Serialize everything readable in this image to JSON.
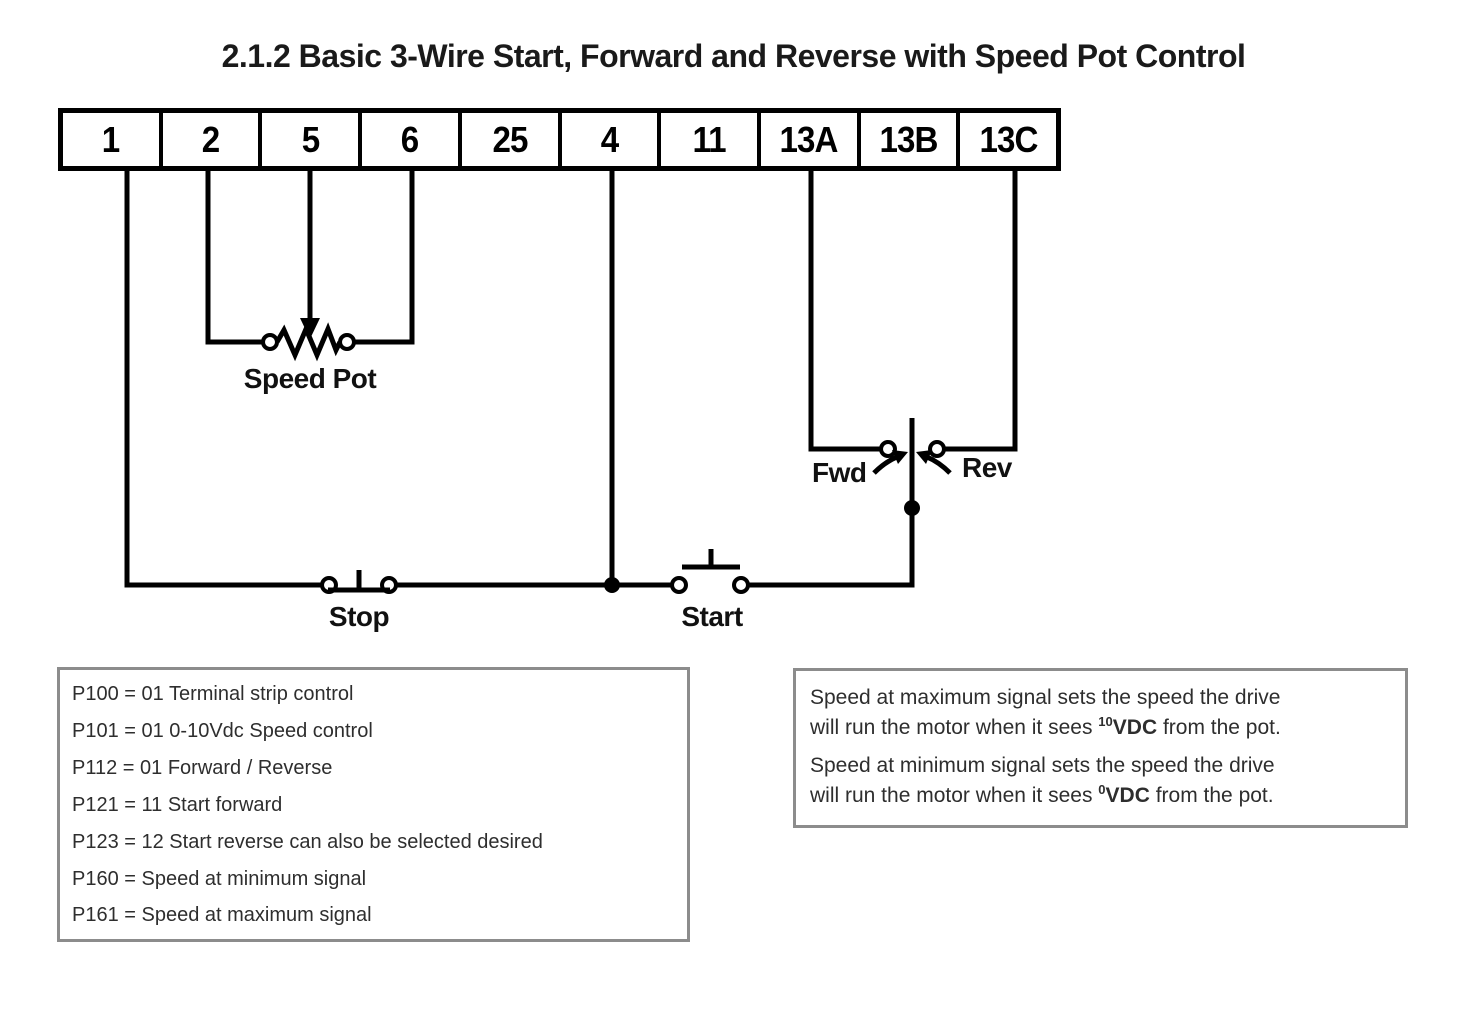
{
  "title": "2.1.2 Basic 3-Wire Start, Forward and Reverse with Speed Pot Control",
  "terminal_strip": {
    "terminals": [
      "1",
      "2",
      "5",
      "6",
      "25",
      "4",
      "11",
      "13A",
      "13B",
      "13C"
    ]
  },
  "diagram_labels": {
    "speed_pot": "Speed Pot",
    "stop": "Stop",
    "start": "Start",
    "fwd": "Fwd",
    "rev": "Rev"
  },
  "parameters_box": {
    "lines": [
      "P100 = 01 Terminal strip control",
      "P101 = 01 0-10Vdc Speed control",
      "P112 = 01 Forward / Reverse",
      "P121 = 11 Start forward",
      "P123 = 12 Start reverse can also be selected desired",
      "P160 = Speed at minimum signal",
      "P161 = Speed at maximum signal"
    ]
  },
  "speed_notes_box": {
    "note1": {
      "line1": "Speed at maximum signal sets the speed the drive",
      "line2_pre": "will run the motor when it sees ",
      "sup": "10",
      "bold": "VDC",
      "line2_post": " from the pot."
    },
    "note2": {
      "line1": "Speed at minimum signal sets the speed the drive",
      "line2_pre": "will run the motor when it sees ",
      "sup": "0",
      "bold": "VDC",
      "line2_post": " from the pot."
    }
  },
  "colors": {
    "wire": "#000000",
    "box_border": "#8c8c8c",
    "text": "#2e2e2e"
  }
}
